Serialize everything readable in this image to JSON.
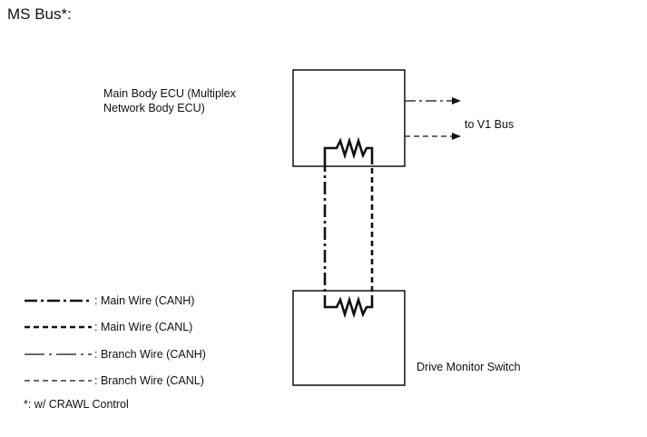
{
  "title": "MS Bus*:",
  "nodes": {
    "main_body_ecu": {
      "label_line1": "Main Body ECU (Multiplex",
      "label_line2": "Network Body ECU)"
    },
    "drive_monitor_switch": {
      "label": "Drive Monitor Switch"
    }
  },
  "external_bus_label": "to V1 Bus",
  "legend": {
    "main_canh": ": Main Wire (CANH)",
    "main_canl": ": Main Wire (CANL)",
    "branch_canh": ": Branch Wire (CANH)",
    "branch_canl": ": Branch Wire (CANL)"
  },
  "footnote": "*: w/ CRAWL Control",
  "colors": {
    "line": "#111111",
    "background": "#ffffff"
  }
}
